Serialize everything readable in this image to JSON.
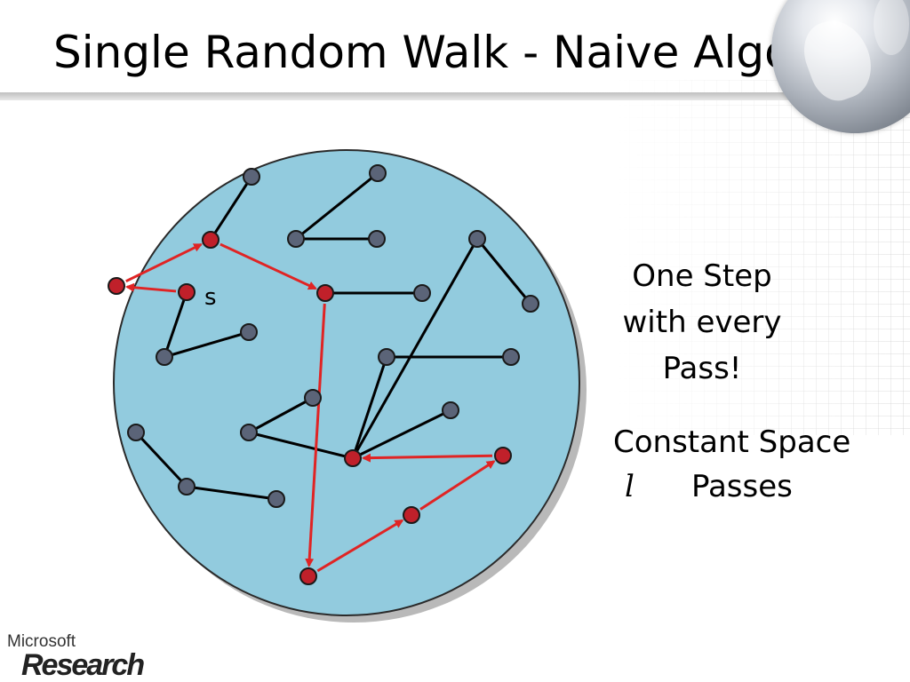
{
  "slide": {
    "title": "Single Random Walk - Naive Algo."
  },
  "diagram": {
    "start_label": "s",
    "colors": {
      "background": "#ffffff",
      "disc_fill": "#92cbde",
      "disc_shadow": "#b9b9b9",
      "node_gray": "#5b6478",
      "node_red": "#c0202a",
      "edge_black": "#000000",
      "walk_red": "#e02424"
    },
    "nodes": [
      {
        "id": "a",
        "walk": false
      },
      {
        "id": "b",
        "walk": false
      },
      {
        "id": "c",
        "walk": false
      },
      {
        "id": "d",
        "walk": false
      },
      {
        "id": "e",
        "walk": false
      },
      {
        "id": "f",
        "walk": false
      },
      {
        "id": "g",
        "walk": false
      },
      {
        "id": "h",
        "walk": false
      },
      {
        "id": "i",
        "walk": false
      },
      {
        "id": "j",
        "walk": false
      },
      {
        "id": "k",
        "walk": false
      },
      {
        "id": "l",
        "walk": false
      },
      {
        "id": "m",
        "walk": false
      },
      {
        "id": "n",
        "walk": false
      },
      {
        "id": "o",
        "walk": false
      },
      {
        "id": "p",
        "walk": false
      },
      {
        "id": "q",
        "walk": false
      },
      {
        "id": "s",
        "walk": true
      },
      {
        "id": "r1",
        "walk": true
      },
      {
        "id": "r2",
        "walk": true
      },
      {
        "id": "r3",
        "walk": true
      },
      {
        "id": "r4",
        "walk": true
      },
      {
        "id": "r5",
        "walk": true
      },
      {
        "id": "r6",
        "walk": true
      },
      {
        "id": "r7",
        "walk": true
      }
    ],
    "edges": [
      [
        "r2",
        "a"
      ],
      [
        "r3",
        "e"
      ],
      [
        "b",
        "c"
      ],
      [
        "c",
        "d"
      ],
      [
        "s",
        "g"
      ],
      [
        "g",
        "f"
      ],
      [
        "h",
        "i"
      ],
      [
        "h",
        "r7"
      ],
      [
        "j",
        "k"
      ],
      [
        "j",
        "r7"
      ],
      [
        "r7",
        "l"
      ],
      [
        "n",
        "o"
      ],
      [
        "o",
        "p"
      ]
    ],
    "walk": [
      "s",
      "r1",
      "r2",
      "r3",
      "r4",
      "r5",
      "r6",
      "r7"
    ]
  },
  "side_text": {
    "step_lines": [
      "One Step",
      "with every",
      "Pass!"
    ],
    "space_line": "Constant Space",
    "passes_symbol": "l",
    "passes_word": "Passes"
  },
  "logo": {
    "top_text": "Microsoft",
    "bottom_text": "Research"
  }
}
